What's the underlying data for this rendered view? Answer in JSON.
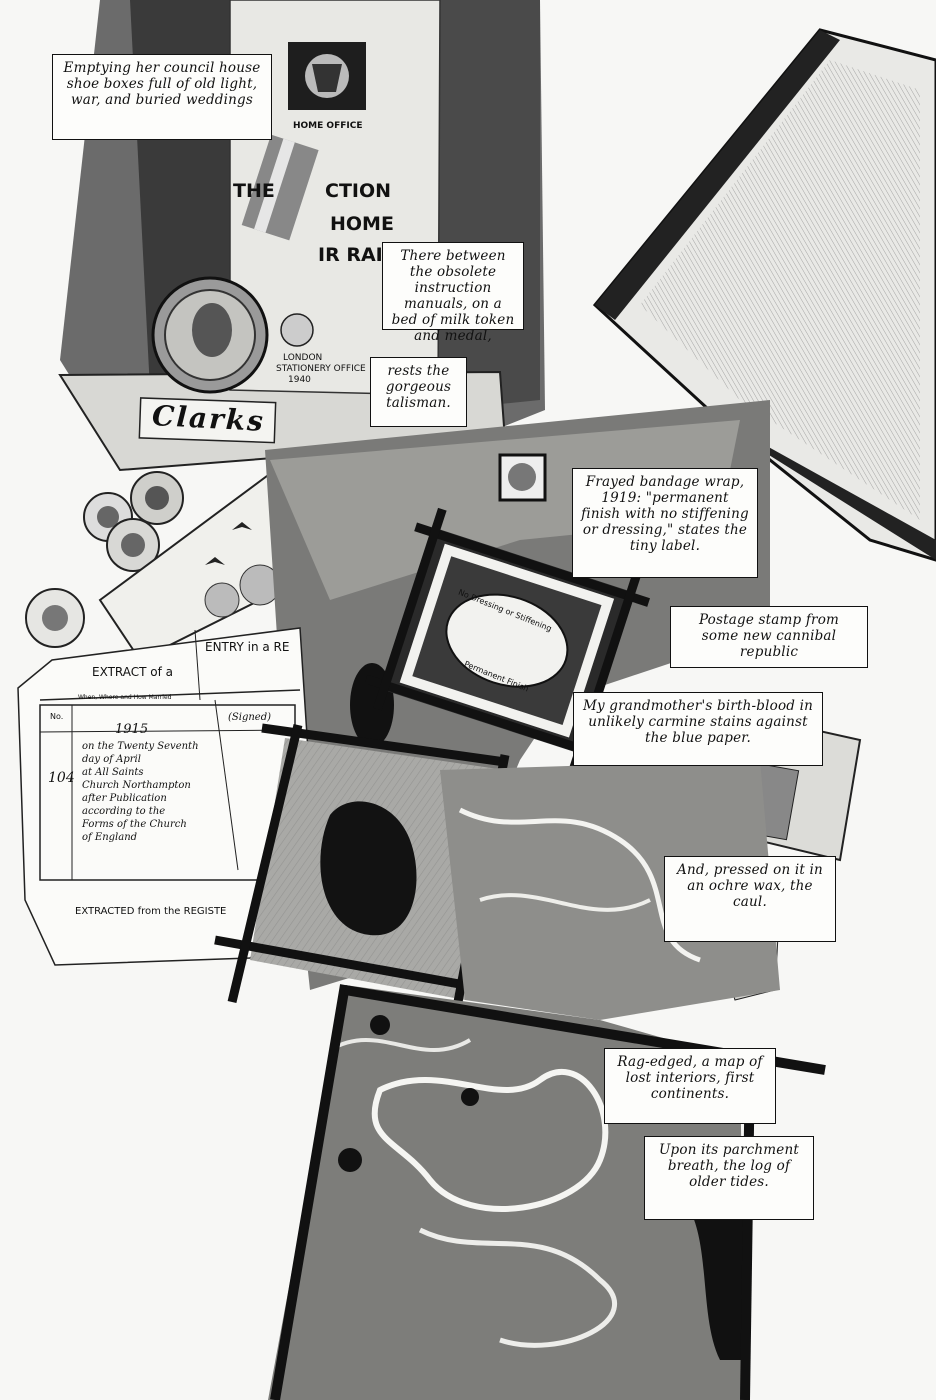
{
  "captions": [
    "Emptying her council house shoe boxes full of old light, war, and buried weddings",
    "There between the obsolete instruction manuals, on a bed of milk token and medal,",
    "rests the gorgeous talisman.",
    "Frayed bandage wrap, 1919: \"permanent finish with no stiffening or dressing,\" states the tiny label.",
    "Postage stamp from some new cannibal republic",
    "My grandmother's birth-blood in unlikely carmine stains against the blue paper.",
    "And, pressed on it in an ochre wax, the caul.",
    "Rag-edged, a map of lost interiors, first continents.",
    "Upon its parchment breath, the log of older tides."
  ],
  "manual": {
    "department": "HOME OFFICE",
    "title_1": "THE",
    "title_2": "CTION",
    "title_3": "HOME",
    "title_4": "IR RAID",
    "publisher_1": "LONDON",
    "publisher_2": "STATIONERY OFFICE",
    "year": "1940"
  },
  "shoebox": {
    "brand": "Clarks"
  },
  "certificate": {
    "heading_1": "EXTRACT of a",
    "heading_2": "ENTRY in a RE",
    "col_no": "No.",
    "col_when": "When, Where and How Married",
    "col_signed": "(Signed)",
    "year": "1915",
    "entry_no": "104",
    "entry_lines": [
      "on the Twenty Seventh",
      "day of April",
      "at All Saints",
      "Church Northampton",
      "after Publication",
      "according to the",
      "Forms of the Church",
      "of England"
    ],
    "footer": "EXTRACTED from the REGISTE"
  },
  "bandage_label": {
    "line_1": "No Dressing or Stiffening",
    "line_2": "Permanent Finish"
  },
  "colors": {
    "ink": "#111111",
    "paper": "#f7f7f5",
    "caption_bg": "#fdfdfb"
  }
}
